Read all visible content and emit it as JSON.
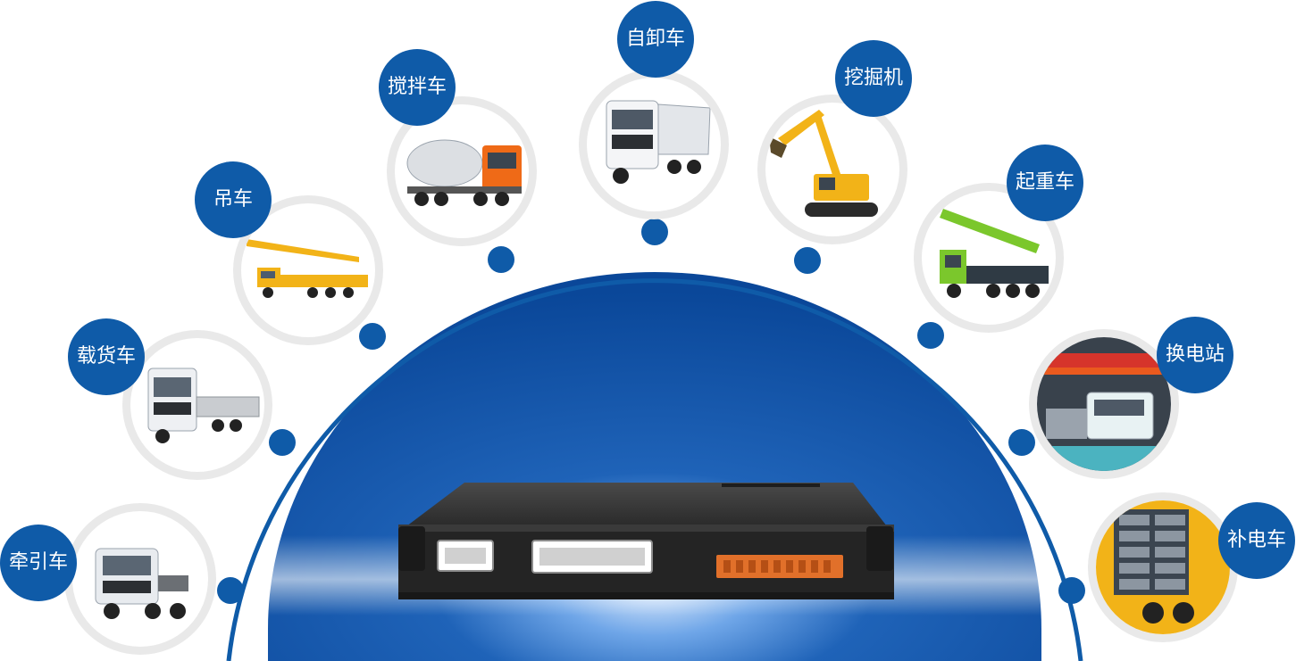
{
  "colors": {
    "brand_blue": "#0f5ba8",
    "dome_blue": "#0c4fa3",
    "ring_gray": "#e9e9e9"
  },
  "labels": {
    "tractor": "牵引车",
    "cargo": "载货车",
    "crane_truck": "吊车",
    "mixer": "搅拌车",
    "dump": "自卸车",
    "excavator": "挖掘机",
    "heavy_crane": "起重车",
    "swap_station": "换电站",
    "charging_truck": "补电车"
  },
  "icons": {
    "tractor": "tractor-truck-photo",
    "cargo": "cargo-truck-photo",
    "crane_truck": "crane-truck-photo",
    "mixer": "concrete-mixer-photo",
    "dump": "dump-truck-photo",
    "excavator": "excavator-photo",
    "heavy_crane": "heavy-crane-photo",
    "swap_station": "battery-swap-station-photo",
    "charging_truck": "mobile-charging-truck-photo",
    "controller": "controller-unit-photo"
  }
}
